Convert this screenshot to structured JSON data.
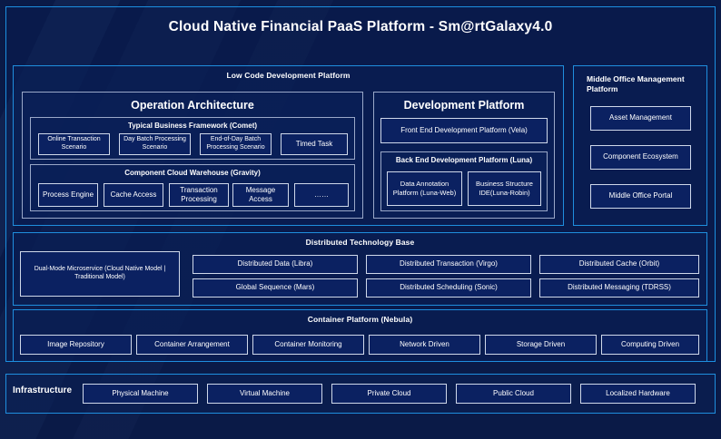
{
  "diagram": {
    "title": "Cloud Native Financial PaaS Platform - Sm@rtGalaxy4.0",
    "colors": {
      "background": "#0a1a47",
      "accent_border": "#1f8ede",
      "box_border": "#cfd8ea",
      "box_fill": "#0b2161",
      "text": "#ffffff"
    },
    "low_code": {
      "title": "Low Code Development Platform",
      "operation_architecture": {
        "title": "Operation Architecture",
        "typical_business_framework": {
          "title": "Typical Business Framework (Comet)",
          "items": [
            "Online Transaction Scenario",
            "Day Batch Processing Scenario",
            "End-of-Day Batch Processing Scenario",
            "Timed Task"
          ]
        },
        "component_cloud_warehouse": {
          "title": "Component Cloud Warehouse (Gravity)",
          "items": [
            "Process Engine",
            "Cache Access",
            "Transaction Processing",
            "Message Access",
            "……"
          ]
        }
      },
      "development_platform": {
        "title": "Development Platform",
        "front_end": "Front End Development Platform (Vela)",
        "back_end": {
          "title": "Back End Development Platform (Luna)",
          "items": [
            "Data Annotation Platform (Luna-Web)",
            "Business Structure IDE(Luna-Robin)"
          ]
        }
      }
    },
    "middle_office": {
      "title": "Middle Office Management Platform",
      "items": [
        "Asset Management",
        "Component Ecosystem",
        "Middle Office Portal"
      ]
    },
    "distributed_technology_base": {
      "title": "Distributed Technology Base",
      "dual_mode": "Dual-Mode Microservice (Cloud Native Model | Traditional Model)",
      "row_top": [
        "Distributed Data (Libra)",
        "Distributed Transaction (Virgo)",
        "Distributed Cache (Orbit)"
      ],
      "row_bottom": [
        "Global Sequence (Mars)",
        "Distributed Scheduling (Sonic)",
        "Distributed Messaging (TDRSS)"
      ]
    },
    "container_platform": {
      "title": "Container Platform (Nebula)",
      "items": [
        "Image Repository",
        "Container Arrangement",
        "Container Monitoring",
        "Network Driven",
        "Storage Driven",
        "Computing Driven"
      ]
    },
    "infrastructure": {
      "label": "Infrastructure",
      "items": [
        "Physical Machine",
        "Virtual Machine",
        "Private Cloud",
        "Public Cloud",
        "Localized Hardware"
      ]
    }
  }
}
